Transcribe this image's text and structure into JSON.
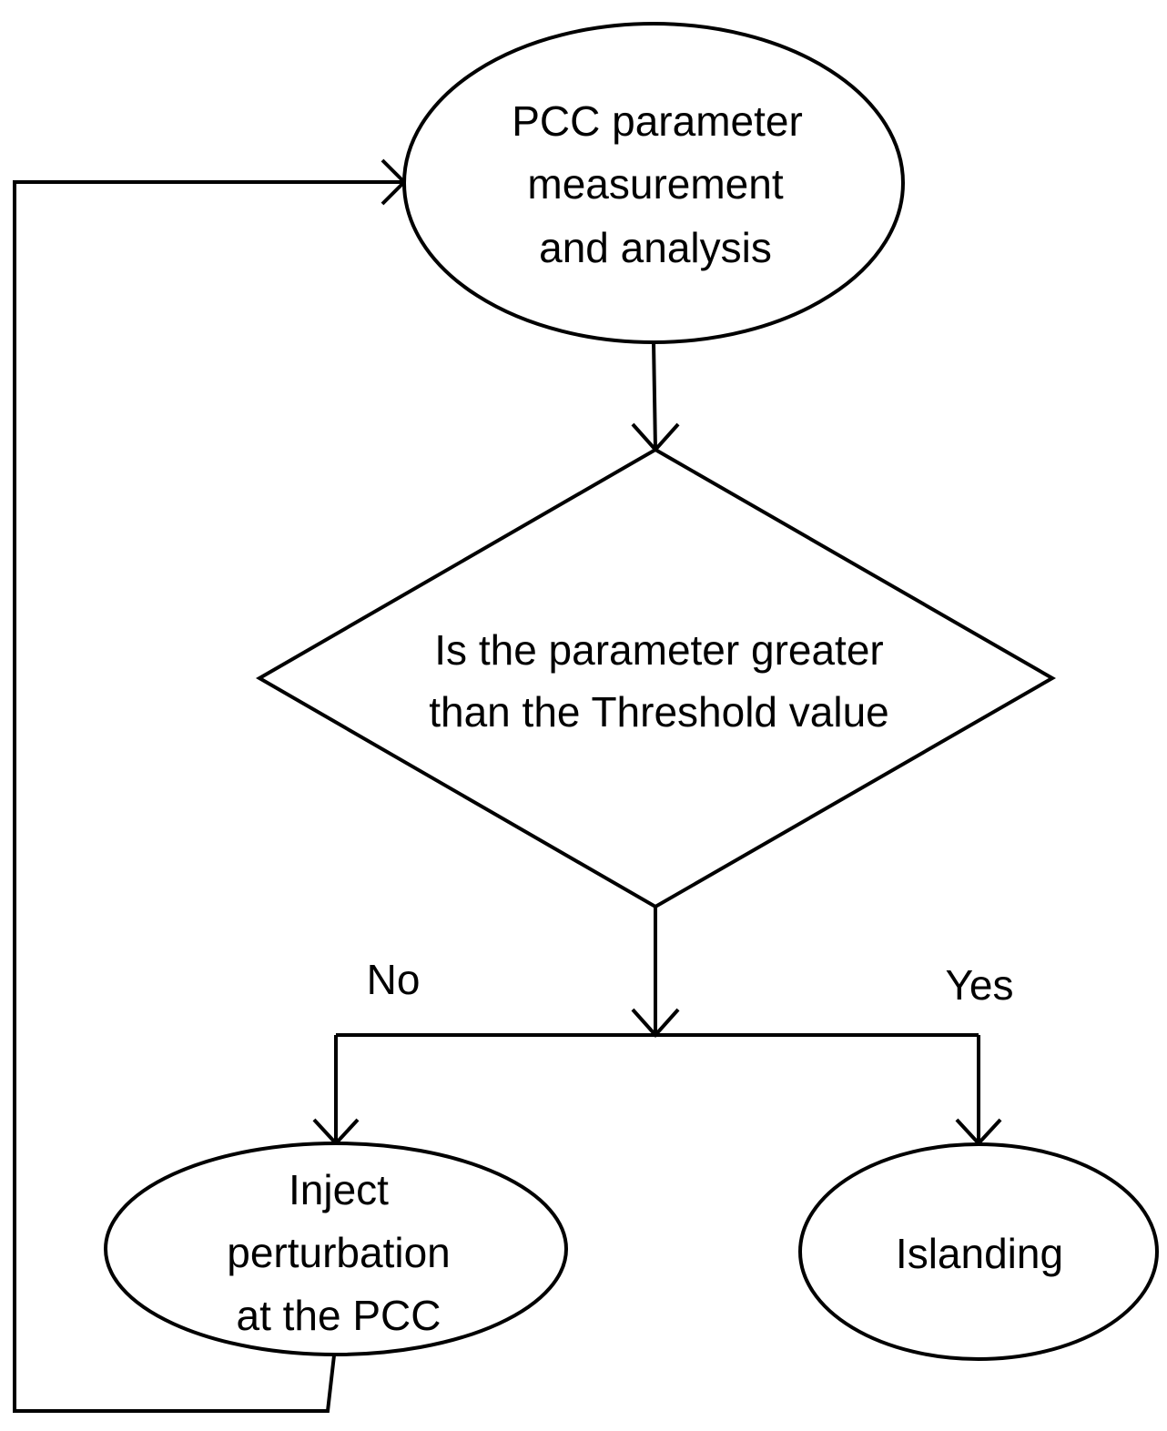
{
  "nodes": {
    "measure": {
      "line1": "PCC parameter",
      "line2": "measurement",
      "line3": "and analysis"
    },
    "decision": {
      "line1": "Is the parameter greater",
      "line2": "than the Threshold value"
    },
    "inject": {
      "line1": "Inject",
      "line2": "perturbation",
      "line3": "at the PCC"
    },
    "islanding": {
      "line1": "Islanding"
    }
  },
  "edges": {
    "no_label": "No",
    "yes_label": "Yes"
  }
}
